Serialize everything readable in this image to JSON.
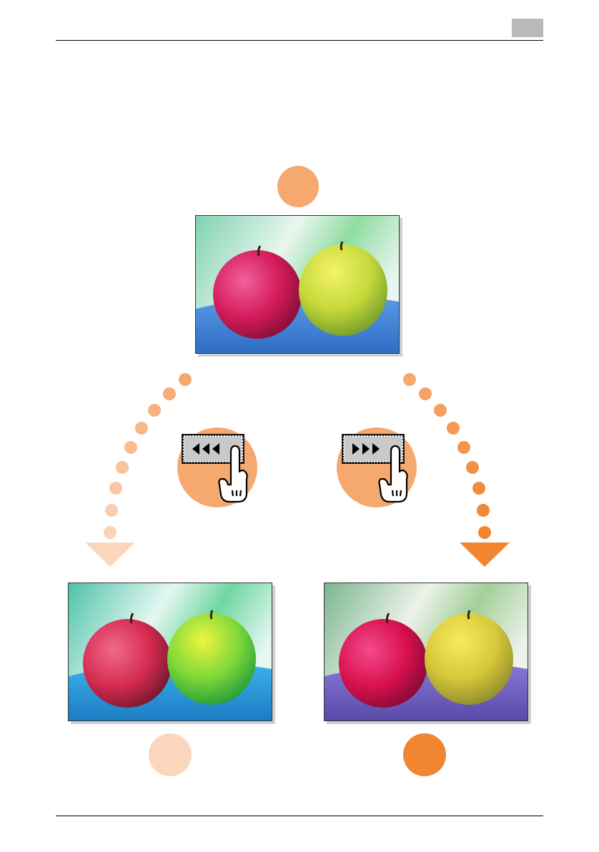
{
  "header": {
    "page_tab_color": "#b9b9b9"
  },
  "colors": {
    "standard": "#f6a96e",
    "decrease": "#fbd6bd",
    "increase": "#f2852f"
  },
  "adjust_buttons": {
    "decrease": {
      "icon": "triple-left-arrow-icon"
    },
    "increase": {
      "icon": "triple-right-arrow-icon"
    }
  },
  "photos": {
    "original": {
      "depicts": "red-and-green-apples"
    },
    "decreased": {
      "depicts": "red-and-green-apples-cooler"
    },
    "increased": {
      "depicts": "red-and-green-apples-warmer"
    }
  }
}
